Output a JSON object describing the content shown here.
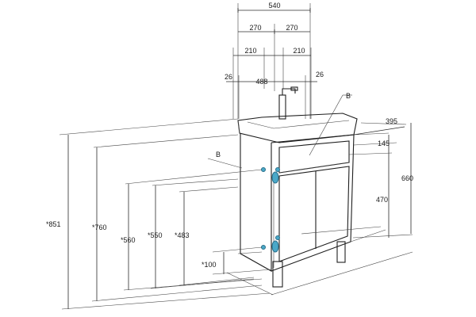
{
  "drawing": {
    "top_dims": {
      "total_width": "540",
      "half_left": "270",
      "half_right": "270",
      "offset_left": "210",
      "offset_right": "210",
      "inner_width": "488",
      "margin_left": "26",
      "margin_right": "26"
    },
    "callouts": {
      "b_top": "B",
      "b_left": "B"
    },
    "right_dims": {
      "depth": "395",
      "drawer_height": "145",
      "drawer_to_floor": "470",
      "basin_height": "660"
    },
    "left_dims": {
      "total_height": "*851",
      "height_760": "*760",
      "height_560": "*560",
      "height_550": "*550",
      "height_483": "*483",
      "height_100": "*100"
    },
    "colors": {
      "mount_point": "#4aa8c8",
      "line": "#1e1e1e"
    }
  }
}
